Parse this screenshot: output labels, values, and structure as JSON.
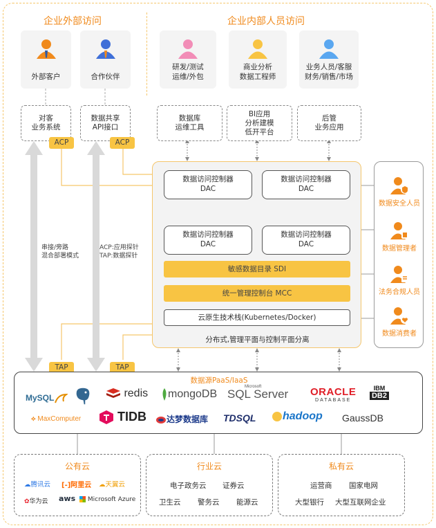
{
  "external": {
    "title": "企业外部访问",
    "users": [
      "外部客户",
      "合作伙伴"
    ],
    "systems": [
      "对客\n业务系统",
      "数据共享\nAPI接口"
    ],
    "acp": "ACP",
    "tap": "TAP",
    "arrow1_note": "串接/旁路\n混合部署模式",
    "arrow2_note": "ACP:应用探针\nTAP:数据探针"
  },
  "internal": {
    "title": "企业内部人员访问",
    "users": [
      "研发/测试\n运维/外包",
      "商业分析\n数据工程师",
      "业务人员/客服\n财务/销售/市场"
    ],
    "systems": [
      "数据库\n运维工具",
      "BI应用\n分析建模\n低开平台",
      "后管\n业务应用"
    ]
  },
  "core": {
    "dac": "数据访问控制器\nDAC",
    "sdi": "敏感数据目录 SDI",
    "mcc": "统一管理控制台 MCC",
    "stack": "云原生技术栈(Kubernetes/Docker)",
    "caption": "分布式,管理平面与控制平面分离"
  },
  "roles": [
    "数据安全人员",
    "数据管理者",
    "法务合规人员",
    "数据消费者"
  ],
  "datasources": {
    "title": "数据源PaaS/IaaS",
    "logos": {
      "mysql": "MySQL",
      "redis": "redis",
      "mongodb": "mongoDB",
      "sqlserver_small": "Microsoft",
      "sqlserver": "SQL Server",
      "oracle": "ORACLE",
      "oracle_sub": "DATABASE",
      "ibm": "IBM",
      "db2": "DB2",
      "maxcompute": "MaxComputer",
      "tidb": "TIDB",
      "dameng": "达梦数据库",
      "tdsql": "TDSQL",
      "hadoop": "hadoop",
      "gaussdb": "GaussDB"
    }
  },
  "clouds": {
    "public": {
      "title": "公有云",
      "items": [
        "腾讯云",
        "阿里云",
        "天翼云",
        "华为云",
        "aws",
        "Microsoft Azure"
      ]
    },
    "industry": {
      "title": "行业云",
      "items": [
        "电子政务云",
        "证券云",
        "卫生云",
        "警务云",
        "能源云"
      ]
    },
    "private": {
      "title": "私有云",
      "items": [
        "运营商",
        "国家电网",
        "大型银行",
        "大型互联网企业"
      ]
    }
  },
  "colors": {
    "accent": "#f08a1c",
    "yellow": "#f8c443",
    "border": "#f5c66b",
    "blue": "#3f8ef0",
    "pink": "#f28db7"
  }
}
